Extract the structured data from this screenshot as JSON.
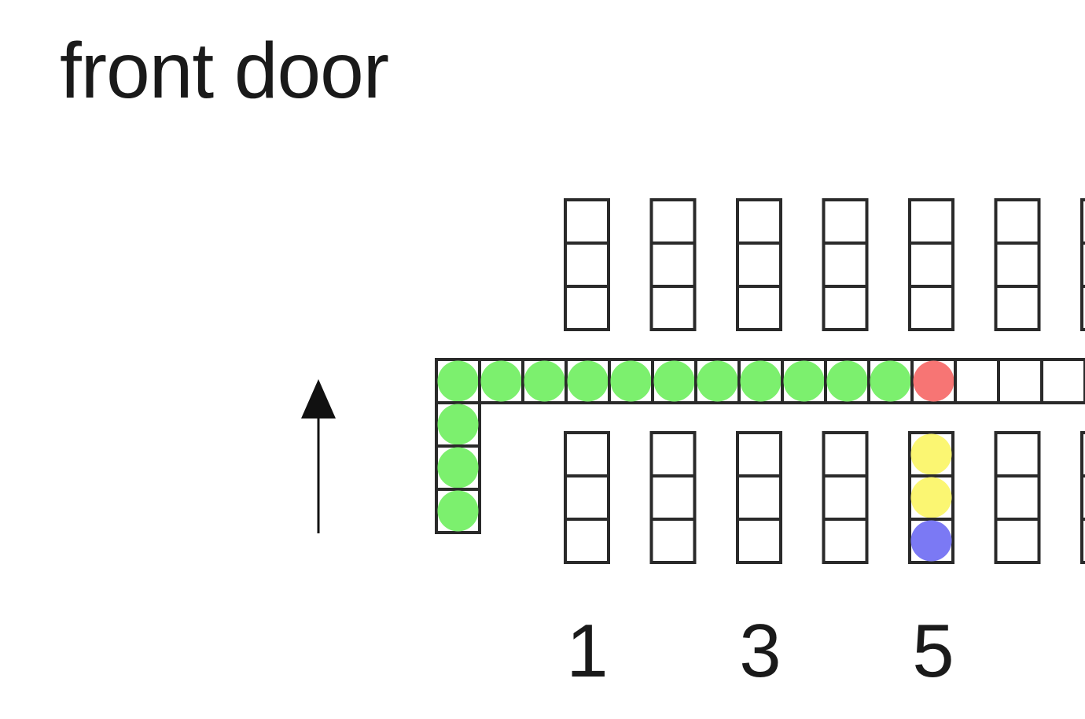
{
  "title": "front door",
  "colors": {
    "line": "#2a2a2a",
    "green": "#7cf06e",
    "red": "#f77574",
    "yellow": "#fbf672",
    "blue": "#7b79f4"
  },
  "icons": {
    "direction": "arrow-up-icon"
  },
  "column_labels": [
    "1",
    "3",
    "5",
    ""
  ],
  "aisle": {
    "cells": [
      "green",
      "green",
      "green",
      "green",
      "green",
      "green",
      "green",
      "green",
      "green",
      "green",
      "green",
      "red",
      "empty",
      "empty",
      "empty"
    ],
    "entry_column": [
      "green",
      "green",
      "green"
    ]
  },
  "shelves": {
    "upper": [
      [
        "empty",
        "empty",
        "empty"
      ],
      [
        "empty",
        "empty",
        "empty"
      ],
      [
        "empty",
        "empty",
        "empty"
      ],
      [
        "empty",
        "empty",
        "empty"
      ],
      [
        "empty",
        "empty",
        "empty"
      ],
      [
        "empty",
        "empty",
        "empty"
      ],
      [
        "empty",
        "empty",
        "empty"
      ]
    ],
    "lower": [
      [
        "empty",
        "empty",
        "empty"
      ],
      [
        "empty",
        "empty",
        "empty"
      ],
      [
        "empty",
        "empty",
        "empty"
      ],
      [
        "empty",
        "empty",
        "empty"
      ],
      [
        "yellow",
        "yellow",
        "blue"
      ],
      [
        "empty",
        "empty",
        "empty"
      ],
      [
        "empty",
        "empty",
        "empty"
      ]
    ]
  }
}
